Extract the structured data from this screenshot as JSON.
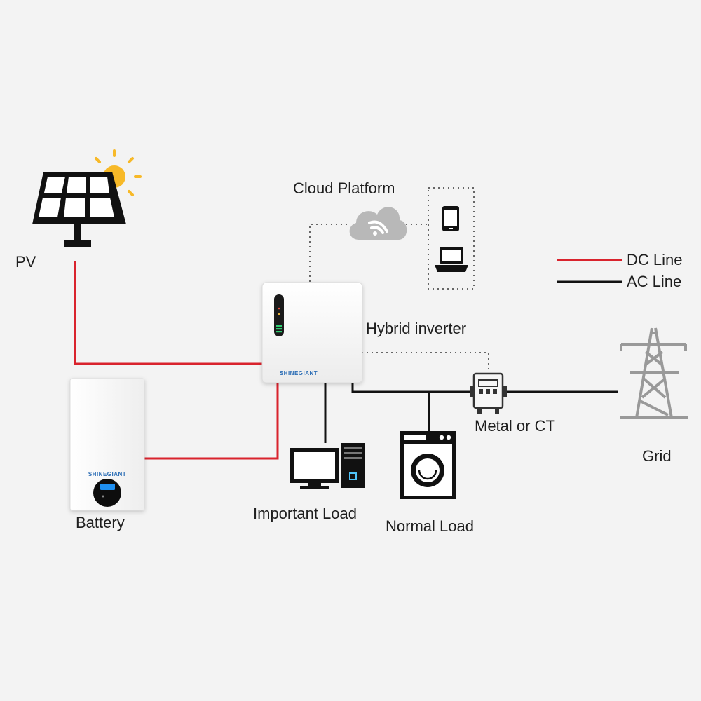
{
  "labels": {
    "pv": "PV",
    "cloud": "Cloud Platform",
    "inverter": "Hybrid inverter",
    "battery": "Battery",
    "important_load": "Important Load",
    "normal_load": "Normal Load",
    "meter": "Metal or CT",
    "grid": "Grid"
  },
  "brand": "SHINEGIANT",
  "legend": {
    "dc": "DC Line",
    "ac": "AC Line"
  },
  "colors": {
    "dc_line": "#d9232d",
    "ac_line": "#111111",
    "background": "#f3f3f3",
    "sun": "#f7b928",
    "brand": "#2b6db5"
  },
  "icons": [
    "solar-panel-icon",
    "sun-icon",
    "cloud-wifi-icon",
    "smartphone-icon",
    "laptop-icon",
    "inverter-icon",
    "battery-icon",
    "monitor-icon",
    "pc-tower-icon",
    "washing-machine-icon",
    "meter-icon",
    "transmission-tower-icon"
  ]
}
